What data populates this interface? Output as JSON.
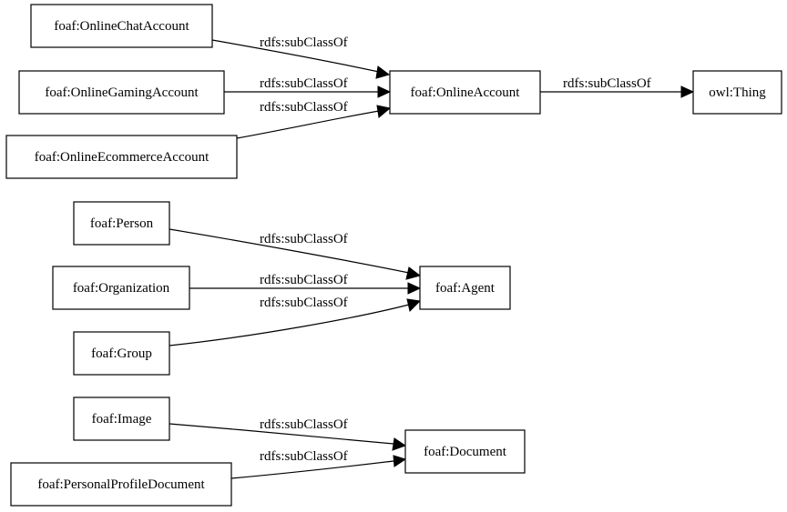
{
  "nodes": {
    "online_chat_account": "foaf:OnlineChatAccount",
    "online_gaming_account": "foaf:OnlineGamingAccount",
    "online_ecommerce_account": "foaf:OnlineEcommerceAccount",
    "online_account": "foaf:OnlineAccount",
    "owl_thing": "owl:Thing",
    "person": "foaf:Person",
    "organization": "foaf:Organization",
    "group": "foaf:Group",
    "agent": "foaf:Agent",
    "image": "foaf:Image",
    "personal_profile_document": "foaf:PersonalProfileDocument",
    "document": "foaf:Document"
  },
  "edges": [
    {
      "from": "online_chat_account",
      "to": "online_account",
      "label": "rdfs:subClassOf"
    },
    {
      "from": "online_gaming_account",
      "to": "online_account",
      "label": "rdfs:subClassOf"
    },
    {
      "from": "online_ecommerce_account",
      "to": "online_account",
      "label": "rdfs:subClassOf"
    },
    {
      "from": "online_account",
      "to": "owl_thing",
      "label": "rdfs:subClassOf"
    },
    {
      "from": "person",
      "to": "agent",
      "label": "rdfs:subClassOf"
    },
    {
      "from": "organization",
      "to": "agent",
      "label": "rdfs:subClassOf"
    },
    {
      "from": "group",
      "to": "agent",
      "label": "rdfs:subClassOf"
    },
    {
      "from": "image",
      "to": "document",
      "label": "rdfs:subClassOf"
    },
    {
      "from": "personal_profile_document",
      "to": "document",
      "label": "rdfs:subClassOf"
    }
  ]
}
